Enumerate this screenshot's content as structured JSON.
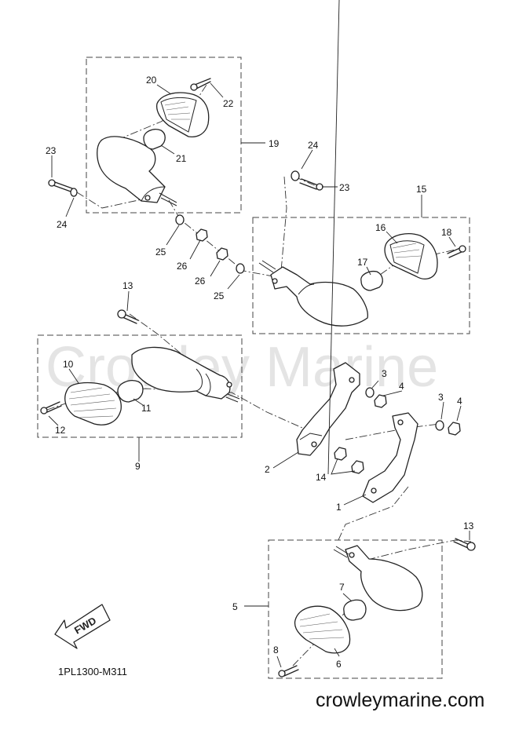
{
  "watermark": "Crowley Marine",
  "diagram_code": "1PL1300-M311",
  "site": "crowleymarine.com",
  "fwd_label": "FWD",
  "callouts": {
    "c1": "1",
    "c2": "2",
    "c3a": "3",
    "c3b": "3",
    "c4a": "4",
    "c4b": "4",
    "c5": "5",
    "c6": "6",
    "c7": "7",
    "c8": "8",
    "c9": "9",
    "c10": "10",
    "c11": "11",
    "c12": "12",
    "c13a": "13",
    "c13b": "13",
    "c14": "14",
    "c15": "15",
    "c16": "16",
    "c17": "17",
    "c18": "18",
    "c19": "19",
    "c20": "20",
    "c21": "21",
    "c22": "22",
    "c23a": "23",
    "c23b": "23",
    "c24a": "24",
    "c24b": "24",
    "c25a": "25",
    "c25b": "25",
    "c26a": "26",
    "c26b": "26"
  }
}
